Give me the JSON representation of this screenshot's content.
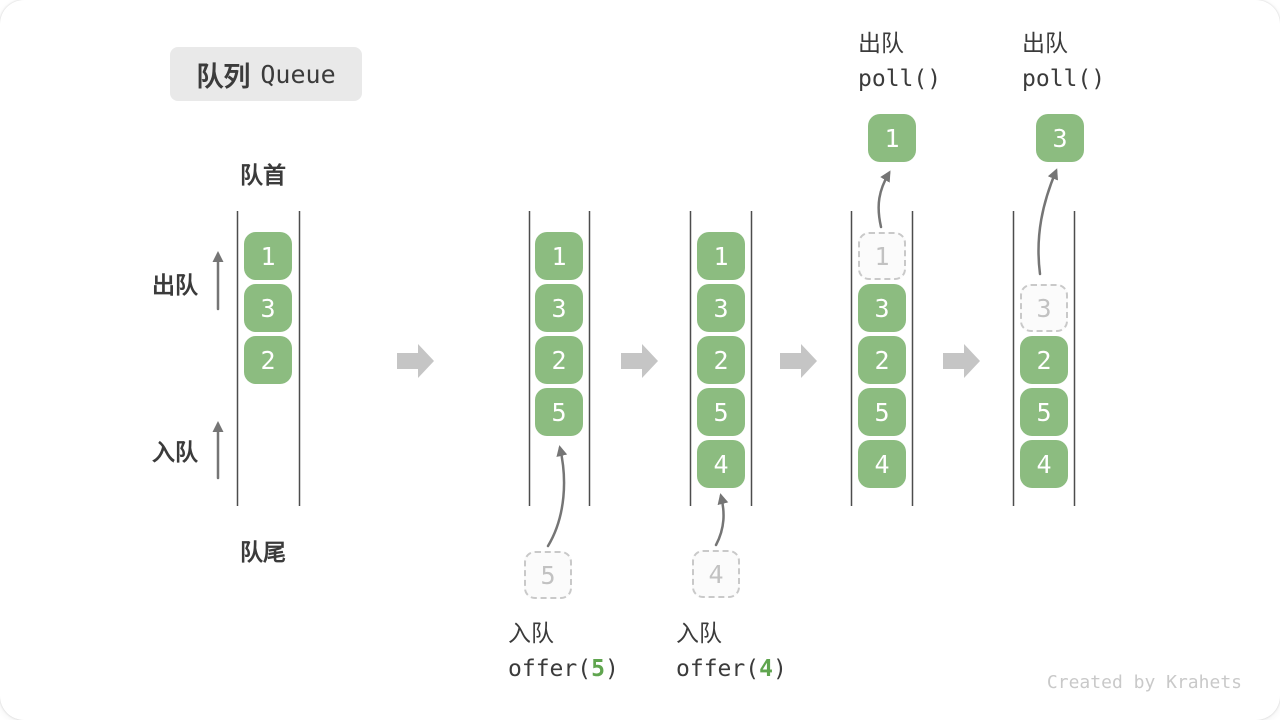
{
  "title": {
    "zh": "队列",
    "en": "Queue"
  },
  "side_labels": {
    "front": "队首",
    "rear": "队尾",
    "dequeue": "出队",
    "enqueue": "入队"
  },
  "columns": [
    {
      "boxes": [
        "1",
        "3",
        "2"
      ]
    },
    {
      "boxes": [
        "1",
        "3",
        "2",
        "5"
      ],
      "incoming": "5"
    },
    {
      "boxes": [
        "1",
        "3",
        "2",
        "5",
        "4"
      ],
      "incoming": "4"
    },
    {
      "ghost": "1",
      "boxes": [
        "3",
        "2",
        "5",
        "4"
      ],
      "outgoing": "1"
    },
    {
      "ghost": "3",
      "boxes": [
        "2",
        "5",
        "4"
      ],
      "outgoing": "3"
    }
  ],
  "operations": {
    "enqueue1": {
      "label": "入队",
      "fn_open": "offer(",
      "arg": "5",
      "fn_close": ")"
    },
    "enqueue2": {
      "label": "入队",
      "fn_open": "offer(",
      "arg": "4",
      "fn_close": ")"
    },
    "dequeue1": {
      "label": "出队",
      "fn": "poll()"
    },
    "dequeue2": {
      "label": "出队",
      "fn": "poll()"
    }
  },
  "watermark": "Created by Krahets",
  "colors": {
    "item_green": "#8cbc80",
    "code_arg_green": "#60a54f",
    "ghost_border": "#c9c9c9",
    "rail": "#4d4d4d",
    "block_arrow": "#c5c5c5",
    "thin_arrow": "#757575",
    "title_bg": "#e9e9e9",
    "text": "#3b3b3b"
  }
}
